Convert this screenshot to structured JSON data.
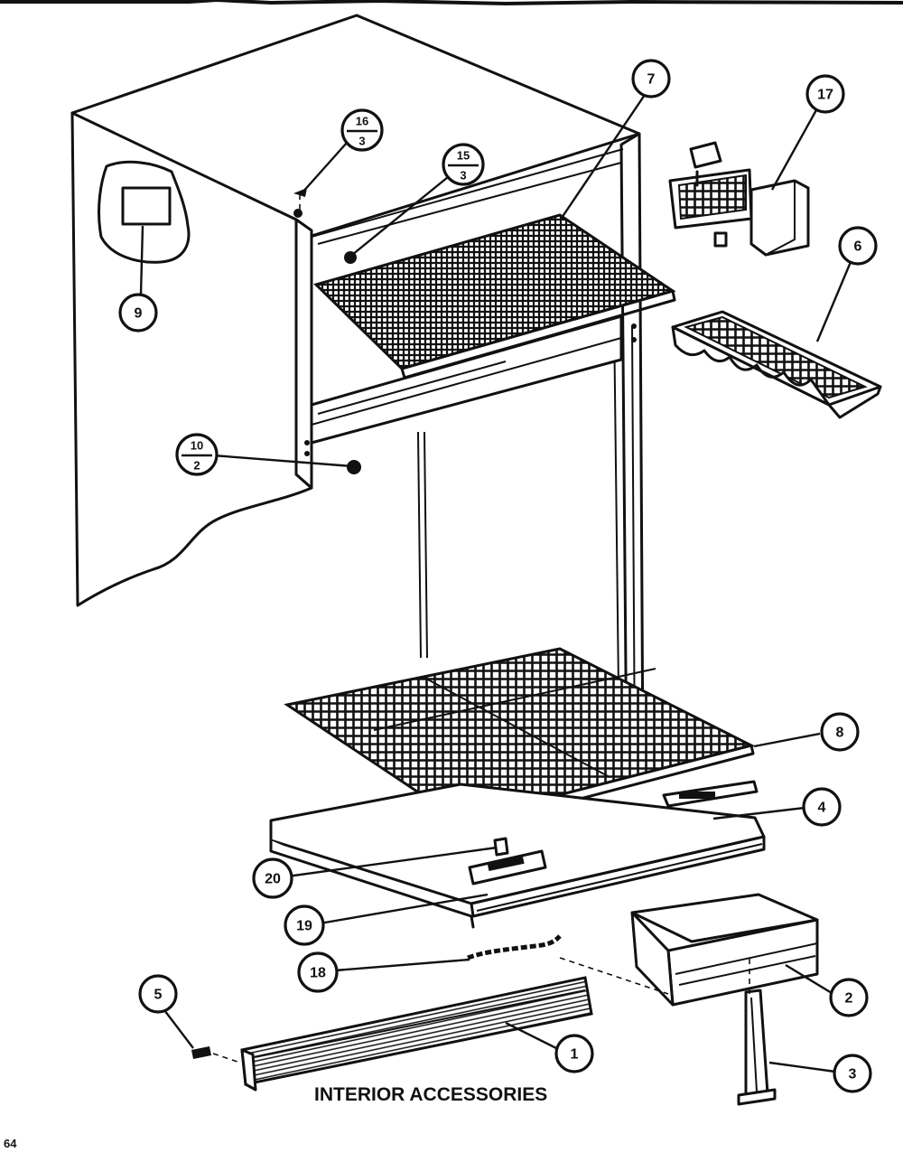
{
  "title": "INTERIOR ACCESSORIES",
  "page_number": "64",
  "callouts": [
    {
      "label": "7"
    },
    {
      "label": "17"
    },
    {
      "label": "6"
    },
    {
      "label": "9"
    },
    {
      "label": "8"
    },
    {
      "label": "4"
    },
    {
      "label": "20"
    },
    {
      "label": "19"
    },
    {
      "label": "18"
    },
    {
      "label": "2"
    },
    {
      "label": "5"
    },
    {
      "label": "1"
    },
    {
      "label": "3"
    }
  ],
  "fraction_callouts": [
    {
      "top": "16",
      "bottom": "3"
    },
    {
      "top": "15",
      "bottom": "3"
    },
    {
      "top": "10",
      "bottom": "2"
    }
  ]
}
